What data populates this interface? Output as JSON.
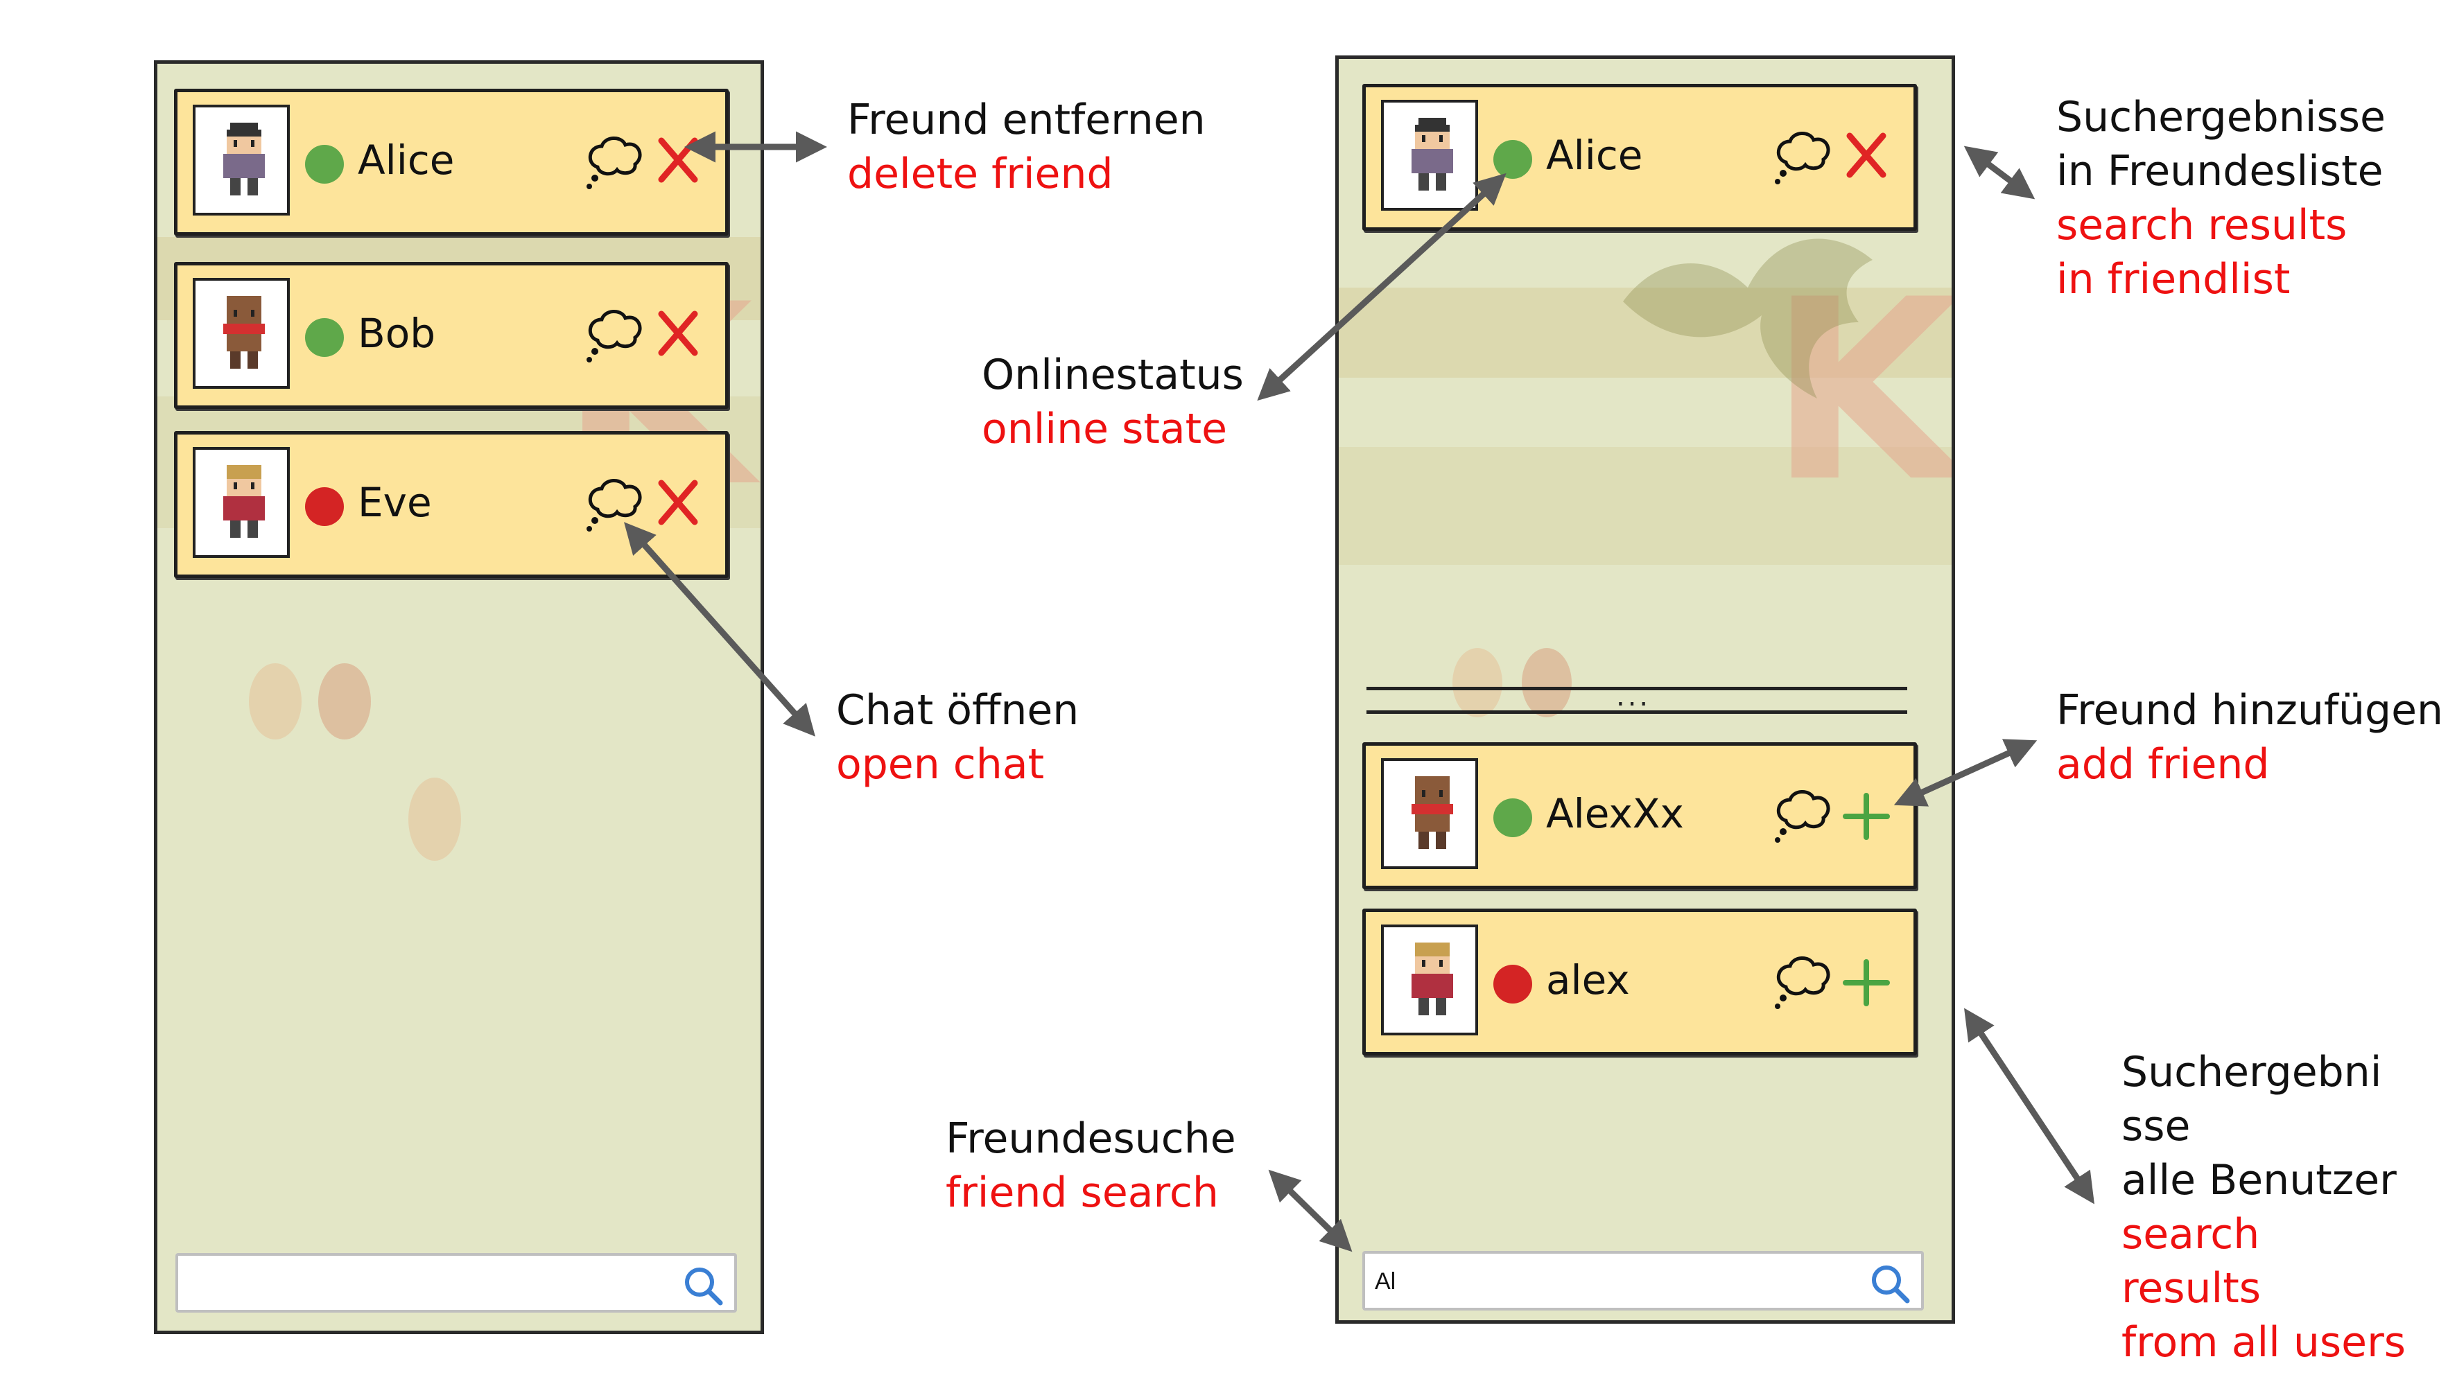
{
  "left_panel": {
    "friends": [
      {
        "name": "Alice",
        "status": "online",
        "action": "delete"
      },
      {
        "name": "Bob",
        "status": "online",
        "action": "delete"
      },
      {
        "name": "Eve",
        "status": "offline",
        "action": "delete"
      }
    ],
    "search": {
      "value": ""
    }
  },
  "right_panel": {
    "friend_results": [
      {
        "name": "Alice",
        "status": "online",
        "action": "delete"
      }
    ],
    "separator_dots": "...",
    "user_results": [
      {
        "name": "AlexXx",
        "status": "online",
        "action": "add"
      },
      {
        "name": "alex",
        "status": "offline",
        "action": "add"
      }
    ],
    "search": {
      "value": "Al"
    }
  },
  "annotations": {
    "delete_friend": {
      "de": "Freund entfernen",
      "en": "delete friend"
    },
    "online_state": {
      "de": "Onlinestatus",
      "en": "online state"
    },
    "open_chat": {
      "de": "Chat öffnen",
      "en": "open chat"
    },
    "friend_search": {
      "de": "Freundesuche",
      "en": "friend search"
    },
    "search_results_friendlist": {
      "de": [
        "Suchergebnisse",
        "in Freundesliste"
      ],
      "en": [
        "search results",
        "in friendlist"
      ]
    },
    "add_friend": {
      "de": "Freund hinzufügen",
      "en": "add friend"
    },
    "search_results_all_users": {
      "de": [
        "Suchergebni",
        "sse",
        "alle Benutzer"
      ],
      "en": [
        "search",
        "results",
        "from all users"
      ]
    }
  },
  "colors": {
    "online": "#5fa84a",
    "offline": "#d42424",
    "delete": "#e02424",
    "add": "#4aa442",
    "card": "#fde49b",
    "panel": "#e3e6c6",
    "annotation_en": "#ee1111",
    "arrow": "#5a5a5a"
  },
  "icons": {
    "chat": "thought-bubble-icon",
    "delete": "x-icon",
    "add": "plus-icon",
    "search": "magnifier-icon"
  }
}
